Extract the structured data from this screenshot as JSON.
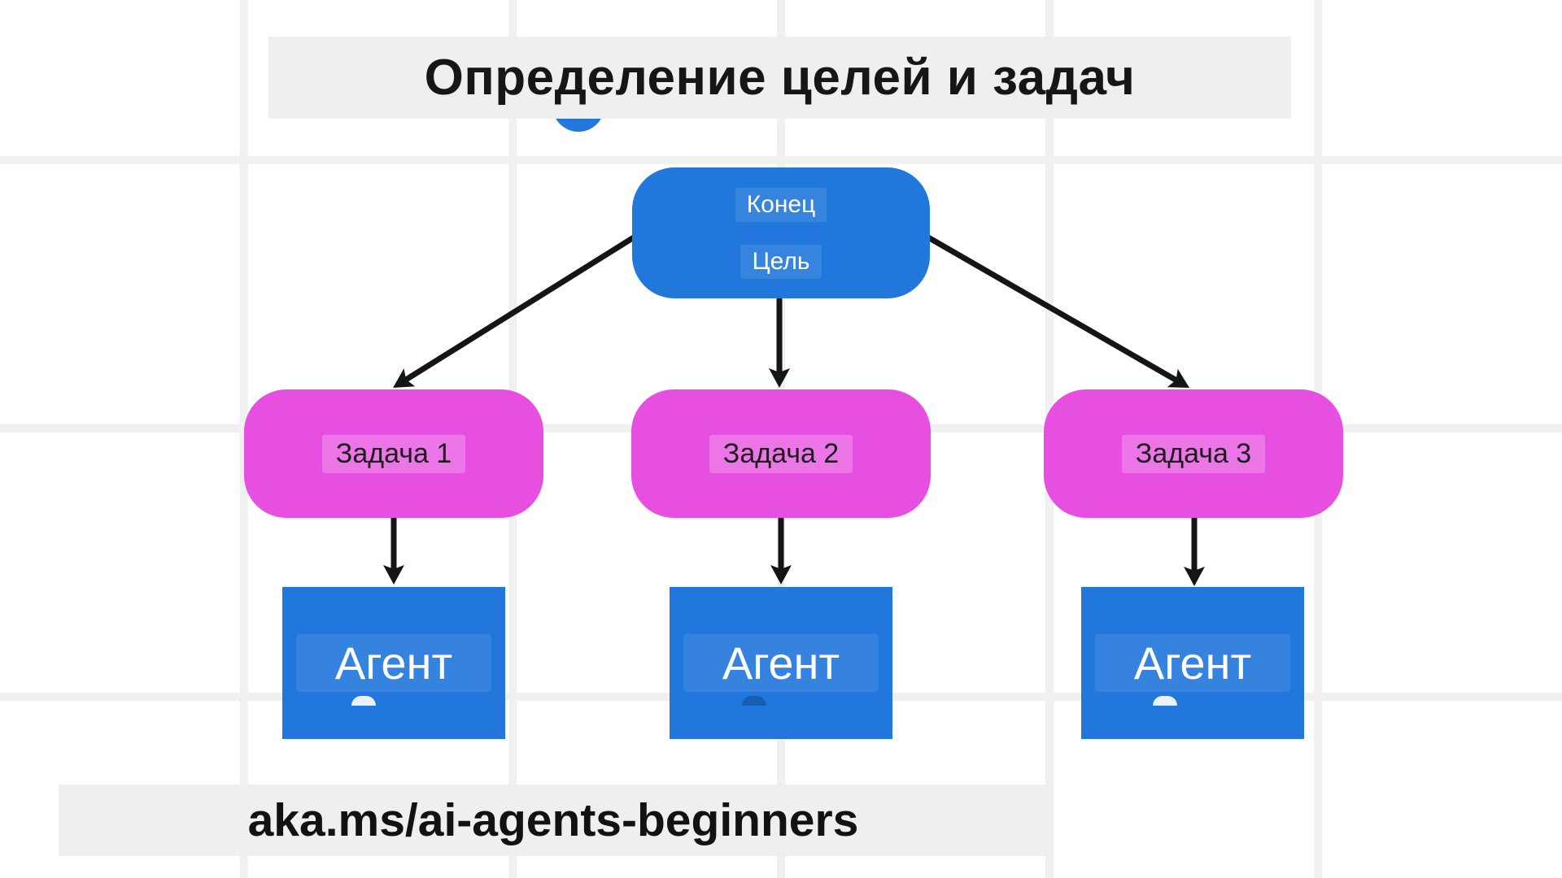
{
  "title": {
    "text": "Определение целей и задач"
  },
  "footer": {
    "link_text": "aka.ms/ai-agents-beginners"
  },
  "colors": {
    "blue": "#2177db",
    "magenta": "#e74fe1",
    "band": "#efefef",
    "grid": "#f0f0f1",
    "arrow": "#151515"
  },
  "diagram": {
    "goal_node": {
      "labels": [
        "Конец",
        "Цель"
      ]
    },
    "task_nodes": [
      {
        "label": "Задача 1"
      },
      {
        "label": "Задача 2"
      },
      {
        "label": "Задача 3"
      }
    ],
    "agent_nodes": [
      {
        "label": "Агент"
      },
      {
        "label": "Агент"
      },
      {
        "label": "Агент"
      }
    ]
  }
}
